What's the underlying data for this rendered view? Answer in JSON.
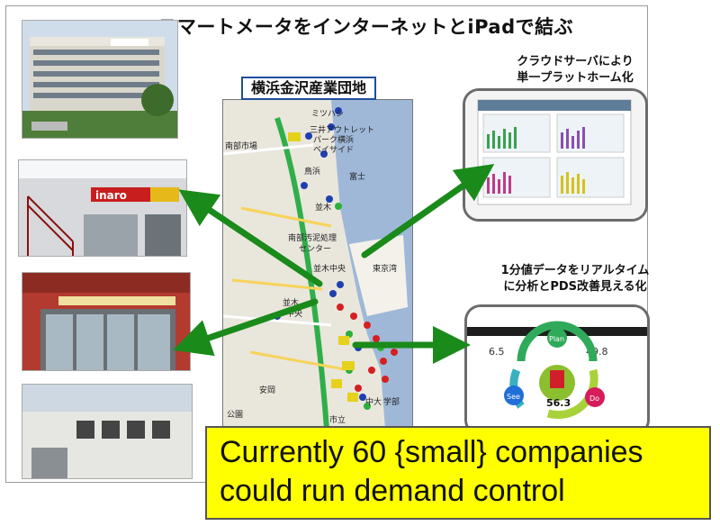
{
  "slide": {
    "title": "スマートメータをインターネットとiPadで結ぶ"
  },
  "map": {
    "title": "横浜金沢産業団地",
    "labels": [
      "ミツハシ",
      "三井アウトレット",
      "パーク横浜",
      "ベイサイド",
      "南部市場",
      "鳥浜",
      "富士",
      "並木",
      "南部汚泥処理",
      "センター",
      "並木中央",
      "並木",
      "中央",
      "東京湾",
      "安岡",
      "市立",
      "中大",
      "学部",
      "公園"
    ]
  },
  "photos": {
    "top_building_sign": "",
    "store_sign": "inaro"
  },
  "right_top": {
    "caption_line1": "クラウドサーバにより",
    "caption_line2": "単一プラットホーム化"
  },
  "right_bottom": {
    "caption_line1": "1分値データをリアルタイム",
    "caption_line2": "に分析とPDS改善見える化",
    "value_left": "6.5",
    "value_right": "49.8",
    "value_center": "56.3",
    "cycle_plan": "Plan",
    "cycle_do": "Do",
    "cycle_see": "See"
  },
  "note": {
    "line1": "Currently 60 {small} companies",
    "line2": "could run demand control"
  },
  "colors": {
    "arrow": "#1a8a1a",
    "note_bg": "#ffff00",
    "map_title_border": "#1f4e9c"
  }
}
